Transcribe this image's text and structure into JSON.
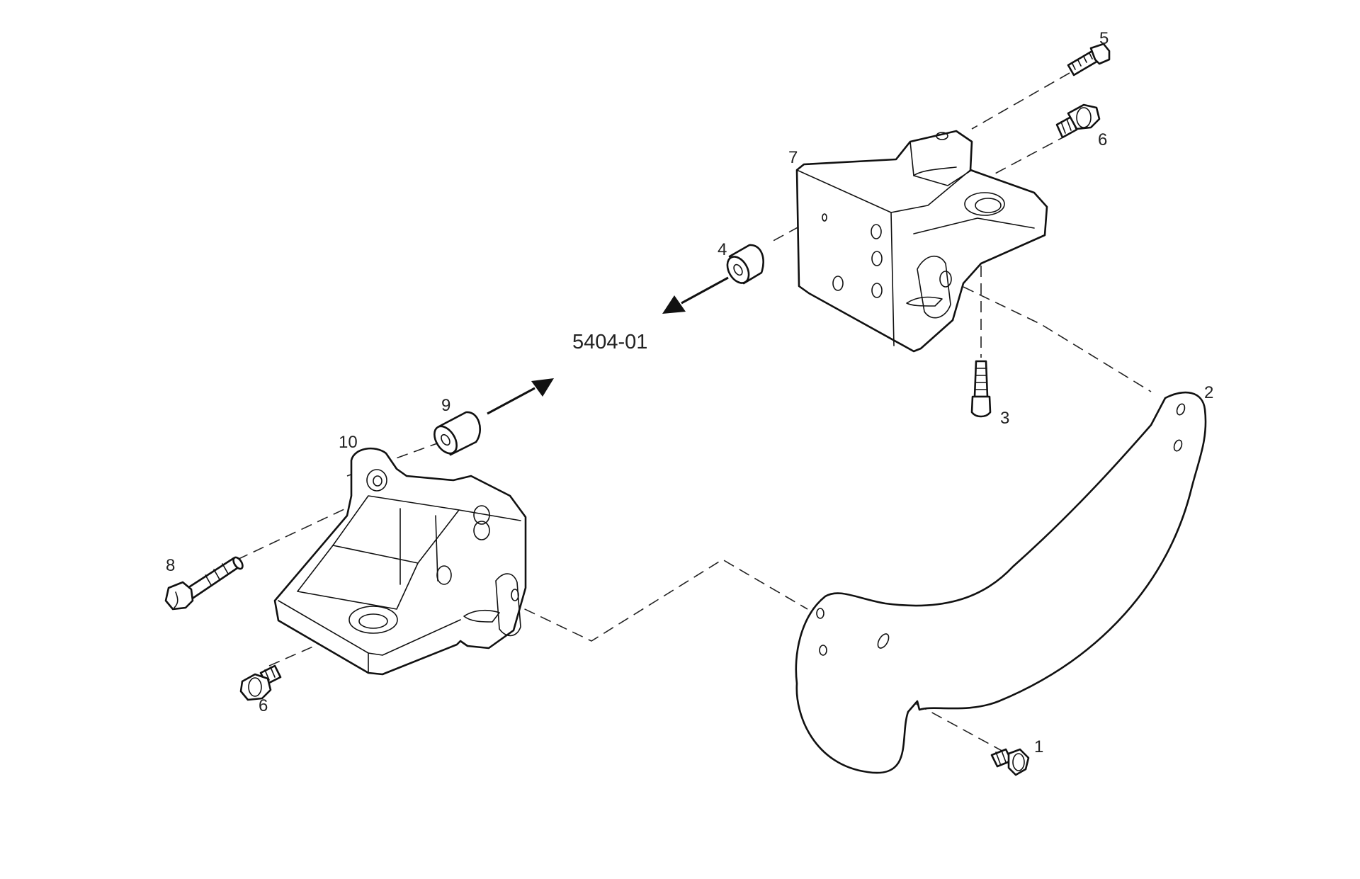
{
  "diagram": {
    "reference": "5404-01",
    "callouts": {
      "c1": "1",
      "c2": "2",
      "c3": "3",
      "c4": "4",
      "c5": "5",
      "c6a": "6",
      "c6b": "6",
      "c7": "7",
      "c8": "8",
      "c9": "9",
      "c10": "10"
    }
  },
  "colors": {
    "line": "#111111",
    "background": "#ffffff"
  }
}
